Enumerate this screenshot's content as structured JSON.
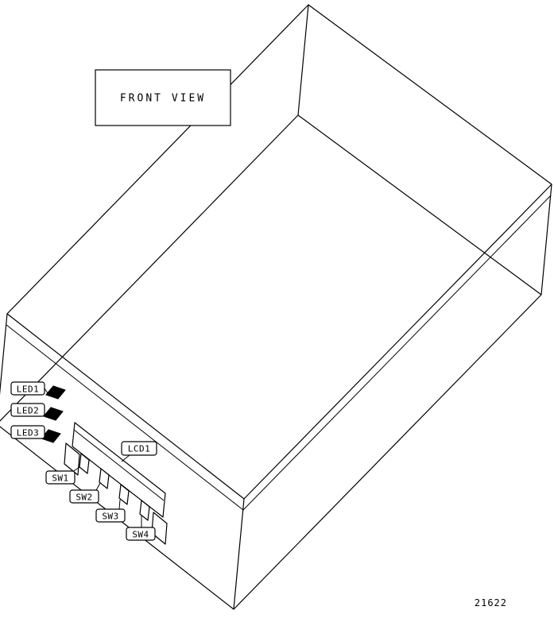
{
  "figure": {
    "view_title": "FRONT VIEW",
    "figure_number": "21622"
  },
  "callouts": {
    "led1": "LED1",
    "led2": "LED2",
    "led3": "LED3",
    "lcd1": "LCD1",
    "sw1": "SW1",
    "sw2": "SW2",
    "sw3": "SW3",
    "sw4": "SW4"
  },
  "colors": {
    "line_color": "#000000",
    "background_color": "#ffffff",
    "led_fill_color": "#000000",
    "callout_fill_color": "#ffffff"
  }
}
